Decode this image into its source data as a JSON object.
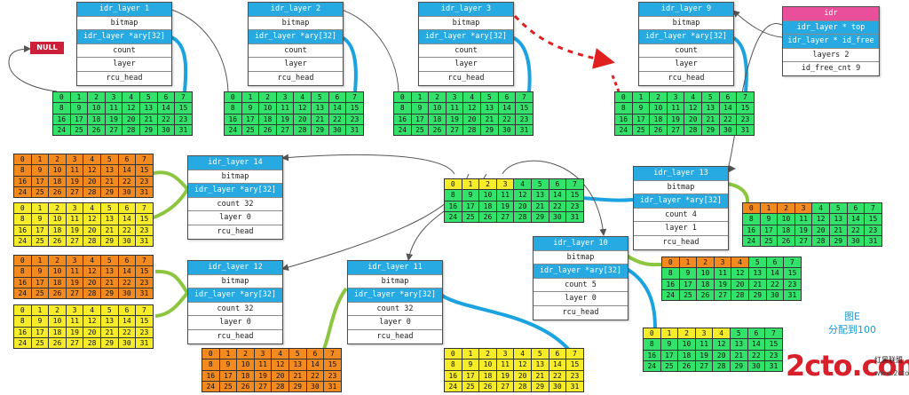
{
  "null_label": "NULL",
  "caption": {
    "line1": "图E",
    "line2": "分配到100"
  },
  "watermark": {
    "brand": "2cto.com",
    "brand_cn": "红黑联盟",
    "url": "www.2cto.com"
  },
  "root": {
    "title": "idr",
    "fields": [
      "idr_layer * top",
      "idr_layer * id_free",
      "layers 2",
      "id_free_cnt 9"
    ]
  },
  "layers": {
    "l1": {
      "title": "idr_layer 1",
      "fields": [
        "bitmap",
        "idr_layer *ary[32]",
        "count",
        "layer",
        "rcu_head"
      ]
    },
    "l2": {
      "title": "idr_layer 2",
      "fields": [
        "bitmap",
        "idr_layer *ary[32]",
        "count",
        "layer",
        "rcu_head"
      ]
    },
    "l3": {
      "title": "idr_layer 3",
      "fields": [
        "bitmap",
        "idr_layer *ary[32]",
        "count",
        "layer",
        "rcu_head"
      ]
    },
    "l9": {
      "title": "idr_layer 9",
      "fields": [
        "bitmap",
        "idr_layer *ary[32]",
        "count",
        "layer",
        "rcu_head"
      ]
    },
    "l14": {
      "title": "idr_layer 14",
      "fields": [
        "bitmap",
        "idr_layer *ary[32]",
        "count 32",
        "layer 0",
        "rcu_head"
      ]
    },
    "l13": {
      "title": "idr_layer 13",
      "fields": [
        "bitmap",
        "idr_layer *ary[32]",
        "count 4",
        "layer 1",
        "rcu_head"
      ]
    },
    "l12": {
      "title": "idr_layer 12",
      "fields": [
        "bitmap",
        "idr_layer *ary[32]",
        "count 32",
        "layer 0",
        "rcu_head"
      ]
    },
    "l11": {
      "title": "idr_layer 11",
      "fields": [
        "bitmap",
        "idr_layer *ary[32]",
        "count 32",
        "layer 0",
        "rcu_head"
      ]
    },
    "l10": {
      "title": "idr_layer 10",
      "fields": [
        "bitmap",
        "idr_layer *ary[32]",
        "count 5",
        "layer 0",
        "rcu_head"
      ]
    }
  },
  "cell_colors": {
    "free": "#33e26b",
    "used": "#f6ec2a",
    "full": "#f38a1f"
  },
  "grids": {
    "g1": {
      "rows": [
        [
          0,
          1,
          2,
          3,
          4,
          5,
          6,
          7
        ],
        [
          8,
          9,
          10,
          11,
          12,
          13,
          14,
          15
        ],
        [
          16,
          17,
          18,
          19,
          20,
          21,
          22,
          23
        ],
        [
          24,
          25,
          26,
          27,
          28,
          29,
          30,
          31
        ]
      ],
      "colors": "gggggggggggggggggggggggggggggggg"
    },
    "g2": {
      "rows": [
        [
          0,
          1,
          2,
          3,
          4,
          5,
          6,
          7
        ],
        [
          8,
          9,
          10,
          11,
          12,
          13,
          14,
          15
        ],
        [
          16,
          17,
          18,
          19,
          20,
          21,
          22,
          23
        ],
        [
          24,
          25,
          26,
          27,
          28,
          29,
          30,
          31
        ]
      ],
      "colors": "gggggggggggggggggggggggggggggggg"
    },
    "g3": {
      "rows": [
        [
          0,
          1,
          2,
          3,
          4,
          5,
          6,
          7
        ],
        [
          8,
          9,
          10,
          11,
          12,
          13,
          14,
          15
        ],
        [
          16,
          17,
          18,
          19,
          20,
          21,
          22,
          23
        ],
        [
          24,
          25,
          26,
          27,
          28,
          29,
          30,
          31
        ]
      ],
      "colors": "gggggggggggggggggggggggggggggggg"
    },
    "g9": {
      "rows": [
        [
          0,
          1,
          2,
          3,
          4,
          5,
          6,
          7
        ],
        [
          8,
          9,
          10,
          11,
          12,
          13,
          14,
          15
        ],
        [
          16,
          17,
          18,
          19,
          20,
          21,
          22,
          23
        ],
        [
          24,
          25,
          26,
          27,
          28,
          29,
          30,
          31
        ]
      ],
      "colors": "gggggggggggggggggggggggggggggggg"
    },
    "gTop": {
      "rows": [
        [
          0,
          1,
          2,
          3,
          4,
          5,
          6,
          7
        ],
        [
          8,
          9,
          10,
          11,
          12,
          13,
          14,
          15
        ],
        [
          16,
          17,
          18,
          19,
          20,
          21,
          22,
          23
        ],
        [
          24,
          25,
          26,
          27,
          28,
          29,
          30,
          31
        ]
      ],
      "colors": "yyyygggggggggggggggggggggggggggg"
    },
    "g13": {
      "rows": [
        [
          0,
          1,
          2,
          3,
          4,
          5,
          6,
          7
        ],
        [
          8,
          9,
          10,
          11,
          12,
          13,
          14,
          15
        ],
        [
          16,
          17,
          18,
          19,
          20,
          21,
          22,
          23
        ],
        [
          24,
          25,
          26,
          27,
          28,
          29,
          30,
          31
        ]
      ],
      "colors": "ooooggggggggggggggggggggggggggggg"
    },
    "gA": {
      "rows": [
        [
          0,
          1,
          2,
          3,
          4,
          5,
          6,
          7
        ],
        [
          8,
          9,
          10,
          11,
          12,
          13,
          14,
          15
        ],
        [
          16,
          17,
          18,
          19,
          20,
          21,
          22,
          23
        ],
        [
          24,
          25,
          26,
          27,
          28,
          29,
          30,
          31
        ]
      ],
      "colors": "oooooooooooooooooooooooooooooooo"
    },
    "gB": {
      "rows": [
        [
          0,
          1,
          2,
          3,
          4,
          5,
          6,
          7
        ],
        [
          8,
          9,
          10,
          11,
          12,
          13,
          14,
          15
        ],
        [
          16,
          17,
          18,
          19,
          20,
          21,
          22,
          23
        ],
        [
          24,
          25,
          26,
          27,
          28,
          29,
          30,
          31
        ]
      ],
      "colors": "yyyyyyyyyyyyyyyyyyyyyyyyyyyyyyyy"
    },
    "gC": {
      "rows": [
        [
          0,
          1,
          2,
          3,
          4,
          5,
          6,
          7
        ],
        [
          8,
          9,
          10,
          11,
          12,
          13,
          14,
          15
        ],
        [
          16,
          17,
          18,
          19,
          20,
          21,
          22,
          23
        ],
        [
          24,
          25,
          26,
          27,
          28,
          29,
          30,
          31
        ]
      ],
      "colors": "oooooooooooooooooooooooooooooooo"
    },
    "gD": {
      "rows": [
        [
          0,
          1,
          2,
          3,
          4,
          5,
          6,
          7
        ],
        [
          8,
          9,
          10,
          11,
          12,
          13,
          14,
          15
        ],
        [
          16,
          17,
          18,
          19,
          20,
          21,
          22,
          23
        ],
        [
          24,
          25,
          26,
          27,
          28,
          29,
          30,
          31
        ]
      ],
      "colors": "yyyyyyyyyyyyyyyyyyyyyyyyyyyyyyyy"
    },
    "gE": {
      "rows": [
        [
          0,
          1,
          2,
          3,
          4,
          5,
          6,
          7
        ],
        [
          8,
          9,
          10,
          11,
          12,
          13,
          14,
          15
        ],
        [
          16,
          17,
          18,
          19,
          20,
          21,
          22,
          23
        ],
        [
          24,
          25,
          26,
          27,
          28,
          29,
          30,
          31
        ]
      ],
      "colors": "oooooooooooooooooooooooooooooooo"
    },
    "gF": {
      "rows": [
        [
          0,
          1,
          2,
          3,
          4,
          5,
          6,
          7
        ],
        [
          8,
          9,
          10,
          11,
          12,
          13,
          14,
          15
        ],
        [
          16,
          17,
          18,
          19,
          20,
          21,
          22,
          23
        ],
        [
          24,
          25,
          26,
          27,
          28,
          29,
          30,
          31
        ]
      ],
      "colors": "yyyyyyyyyyyyyyyyyyyyyyyyyyyyyyyy"
    },
    "gG": {
      "rows": [
        [
          0,
          1,
          2,
          3,
          4,
          5,
          6,
          7
        ],
        [
          8,
          9,
          10,
          11,
          12,
          13,
          14,
          15
        ],
        [
          16,
          17,
          18,
          19,
          20,
          21,
          22,
          23
        ],
        [
          24,
          25,
          26,
          27,
          28,
          29,
          30,
          31
        ]
      ],
      "colors": "oooooggggggggggggggggggggggggggg"
    },
    "gH": {
      "rows": [
        [
          0,
          1,
          2,
          3,
          4,
          5,
          6,
          7
        ],
        [
          8,
          9,
          10,
          11,
          12,
          13,
          14,
          15
        ],
        [
          16,
          17,
          18,
          19,
          20,
          21,
          22,
          23
        ],
        [
          24,
          25,
          26,
          27,
          28,
          29,
          30,
          31
        ]
      ],
      "colors": "yyyyyggggggggggggggggggggggggggg"
    }
  }
}
